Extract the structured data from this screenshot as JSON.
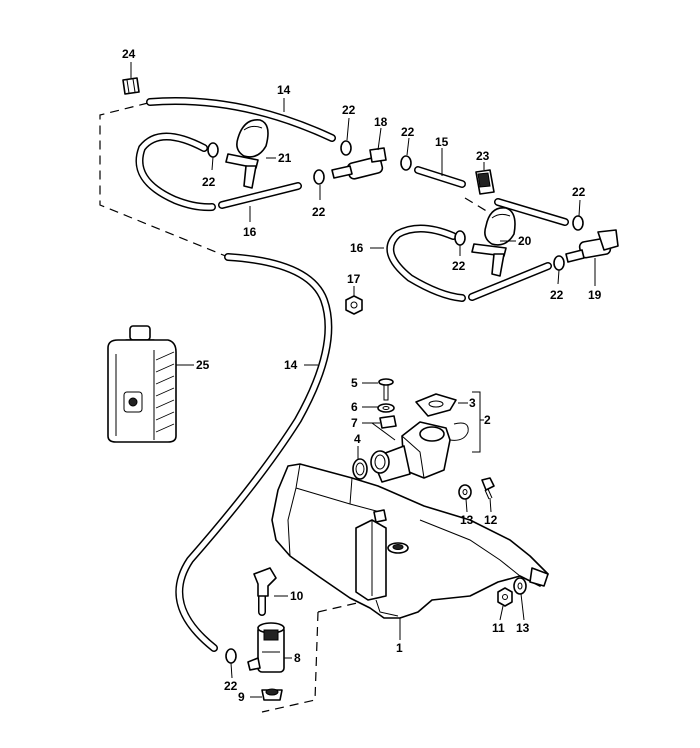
{
  "callouts": {
    "c1": "1",
    "c2": "2",
    "c3": "3",
    "c4": "4",
    "c5": "5",
    "c6": "6",
    "c7": "7",
    "c8": "8",
    "c9": "9",
    "c10": "10",
    "c11": "11",
    "c12": "12",
    "c13a": "13",
    "c13b": "13",
    "c14a": "14",
    "c14b": "14",
    "c15": "15",
    "c16a": "16",
    "c16b": "16",
    "c17": "17",
    "c18": "18",
    "c19": "19",
    "c20": "20",
    "c21": "21",
    "c22a": "22",
    "c22b": "22",
    "c22c": "22",
    "c22d": "22",
    "c22e": "22",
    "c22f": "22",
    "c22g": "22",
    "c22h": "22",
    "c23": "23",
    "c24": "24",
    "c25": "25"
  },
  "colors": {
    "line": "#000000",
    "background": "#ffffff"
  }
}
